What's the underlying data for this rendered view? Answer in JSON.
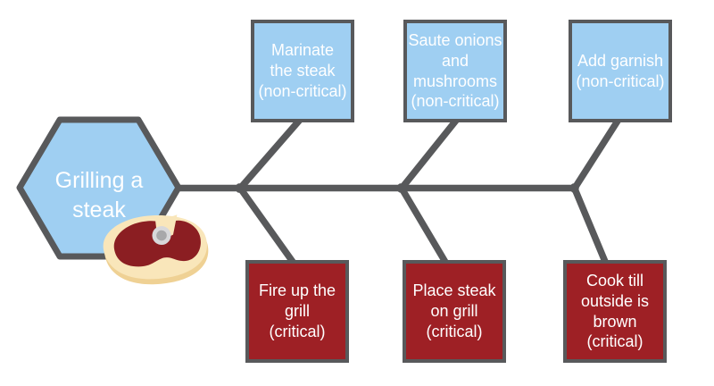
{
  "diagram": {
    "title": "Grilling a steak",
    "head": {
      "label": "Grilling a\nsteak"
    },
    "top_steps": [
      {
        "label": "Marinate\nthe steak\n(non-critical)",
        "status": "non-critical"
      },
      {
        "label": "Saute onions\nand\nmushrooms\n(non-critical)",
        "status": "non-critical"
      },
      {
        "label": "Add garnish\n(non-critical)",
        "status": "non-critical"
      }
    ],
    "bottom_steps": [
      {
        "label": "Fire up the\ngrill\n(critical)",
        "status": "critical"
      },
      {
        "label": "Place steak\non grill\n(critical)",
        "status": "critical"
      },
      {
        "label": "Cook till\noutside is\nbrown\n(critical)",
        "status": "critical"
      }
    ],
    "colors": {
      "background": "#ffffff",
      "noncritical_blue": "#9fcff2",
      "critical_red": "#9e2025",
      "skeleton_gray": "#58595b",
      "text_white": "#ffffff",
      "steak_fat": "#f9e6ba",
      "steak_fat_shadow": "#efd194",
      "steak_meat": "#8b1e22",
      "bone_outer": "#d8d8da",
      "bone_inner": "#a8a8aa"
    }
  }
}
